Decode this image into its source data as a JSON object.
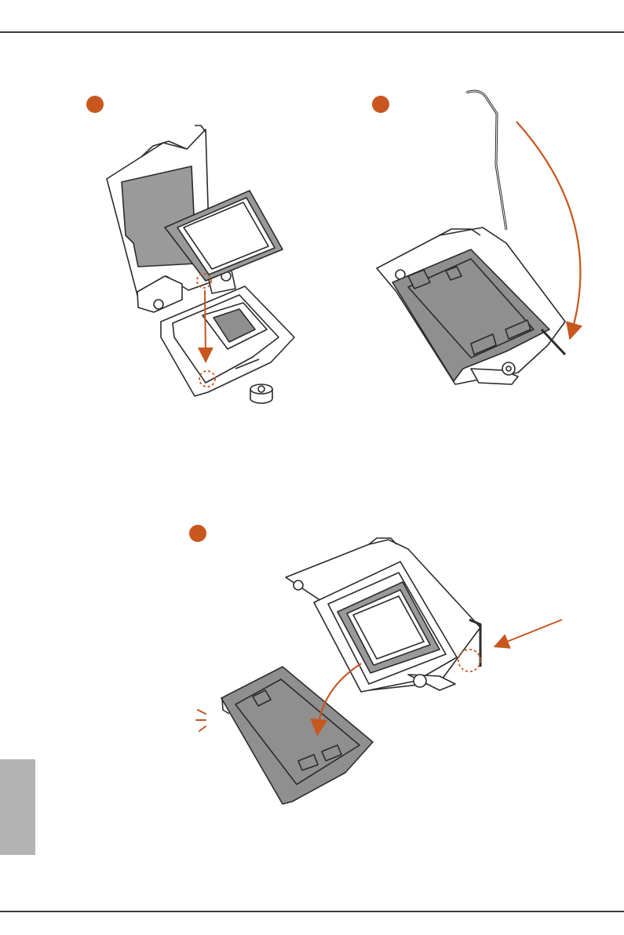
{
  "page": {
    "accent_color": "#C8561F",
    "line_color": "#2b2b2b",
    "plate_fill": "#8f8f8f",
    "side_tab_color": "#b3b3b3"
  },
  "steps": [
    {
      "number": "",
      "icon": "cpu-insert-illustration"
    },
    {
      "number": "",
      "icon": "lever-close-illustration"
    },
    {
      "number": "",
      "icon": "cover-remove-illustration"
    }
  ]
}
